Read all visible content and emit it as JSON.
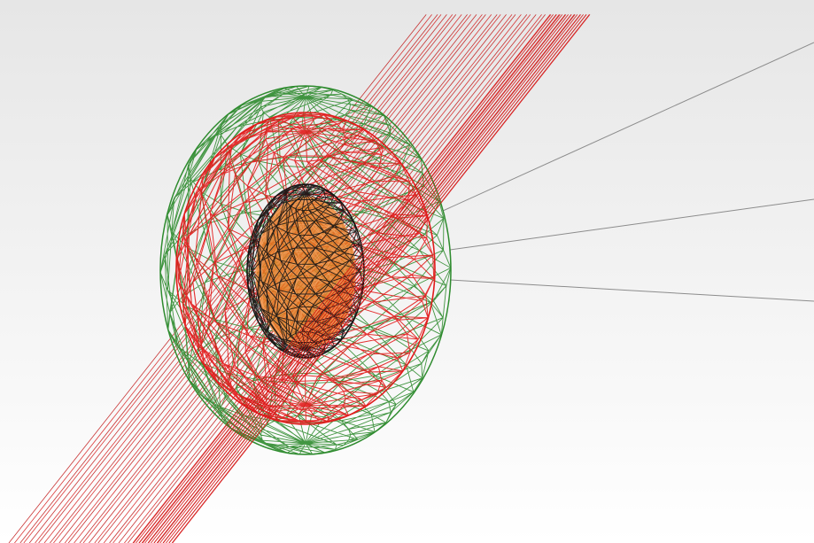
{
  "scene": {
    "view": "3d-wireframe-viewport",
    "colors": {
      "background_top": "#e6e6e6",
      "background_bottom": "#ffffff",
      "outer_shell": "#2e8b2e",
      "middle_shell": "#e21b1b",
      "inner_shell": "#141414",
      "core_fill": "#e07a22",
      "core_mesh": "#f3a060",
      "tube": "#d61616",
      "tube_secondary": "#c01010",
      "leader_lines": "#8c8c8c"
    },
    "objects": [
      {
        "name": "outer-shell",
        "icon": "green-wireframe-ellipsoid"
      },
      {
        "name": "middle-shell",
        "icon": "red-wireframe-ellipsoid"
      },
      {
        "name": "inner-shell",
        "icon": "black-wireframe-ellipsoid"
      },
      {
        "name": "core",
        "icon": "orange-mesh-core"
      },
      {
        "name": "tube",
        "icon": "red-line-bundle"
      },
      {
        "name": "leader-lines",
        "icon": "gray-lines"
      }
    ]
  }
}
